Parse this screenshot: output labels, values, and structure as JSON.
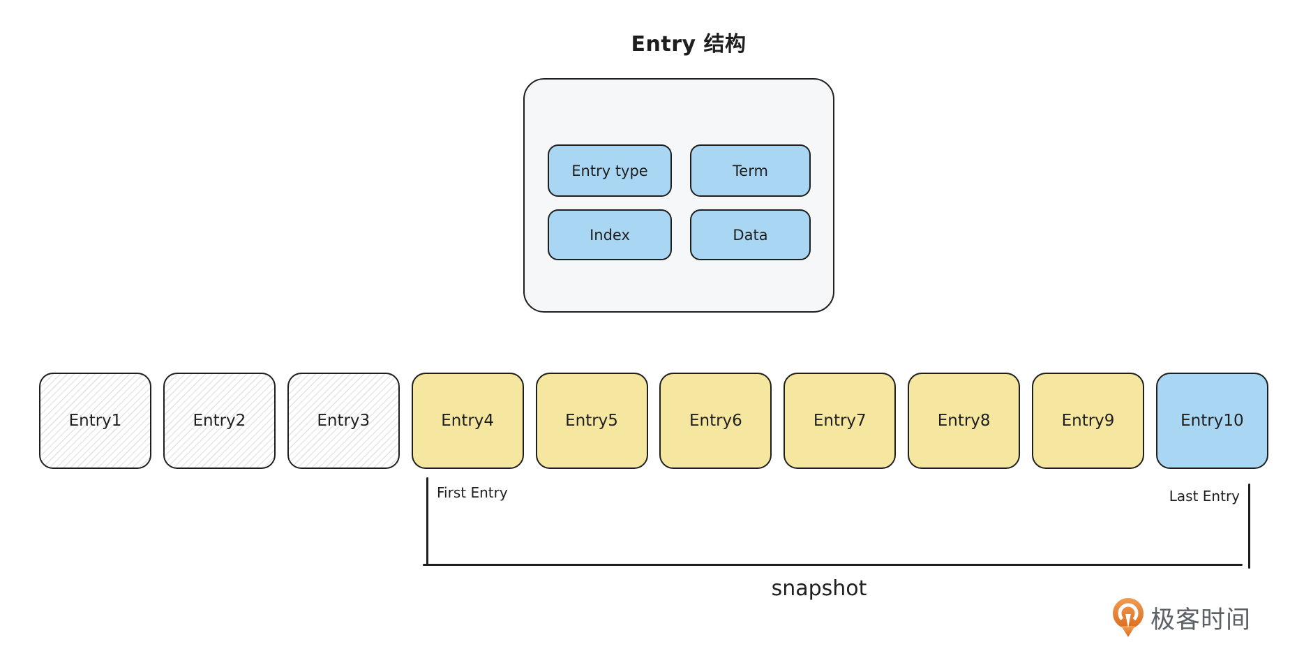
{
  "title": "Entry 结构",
  "entry_structure": {
    "fields": [
      {
        "label": "Entry type",
        "fill": "blue"
      },
      {
        "label": "Term",
        "fill": "blue"
      },
      {
        "label": "Index",
        "fill": "blue"
      },
      {
        "label": "Data",
        "fill": "blue"
      }
    ]
  },
  "log": {
    "entries": [
      {
        "label": "Entry1",
        "fill": "hatched"
      },
      {
        "label": "Entry2",
        "fill": "hatched"
      },
      {
        "label": "Entry3",
        "fill": "hatched"
      },
      {
        "label": "Entry4",
        "fill": "yellow"
      },
      {
        "label": "Entry5",
        "fill": "yellow"
      },
      {
        "label": "Entry6",
        "fill": "yellow"
      },
      {
        "label": "Entry7",
        "fill": "yellow"
      },
      {
        "label": "Entry8",
        "fill": "yellow"
      },
      {
        "label": "Entry9",
        "fill": "yellow"
      },
      {
        "label": "Entry10",
        "fill": "blue"
      }
    ],
    "first_entry_label": "First Entry",
    "last_entry_label": "Last Entry",
    "snapshot_label": "snapshot"
  },
  "branding": {
    "logo_text": "极客时间",
    "logo_icon": "geektime-pin-icon",
    "logo_text_color": "#5b6065",
    "logo_orange_top": "#f09c52",
    "logo_orange_bottom": "#dc6c1e"
  },
  "colors": {
    "blue": "#a9d6f2",
    "yellow": "#f6e7a0",
    "panel_fill": "#f6f7f8",
    "stroke": "#1e1e1e",
    "hatch_line": "#e6e6e8",
    "background": "#ffffff"
  }
}
